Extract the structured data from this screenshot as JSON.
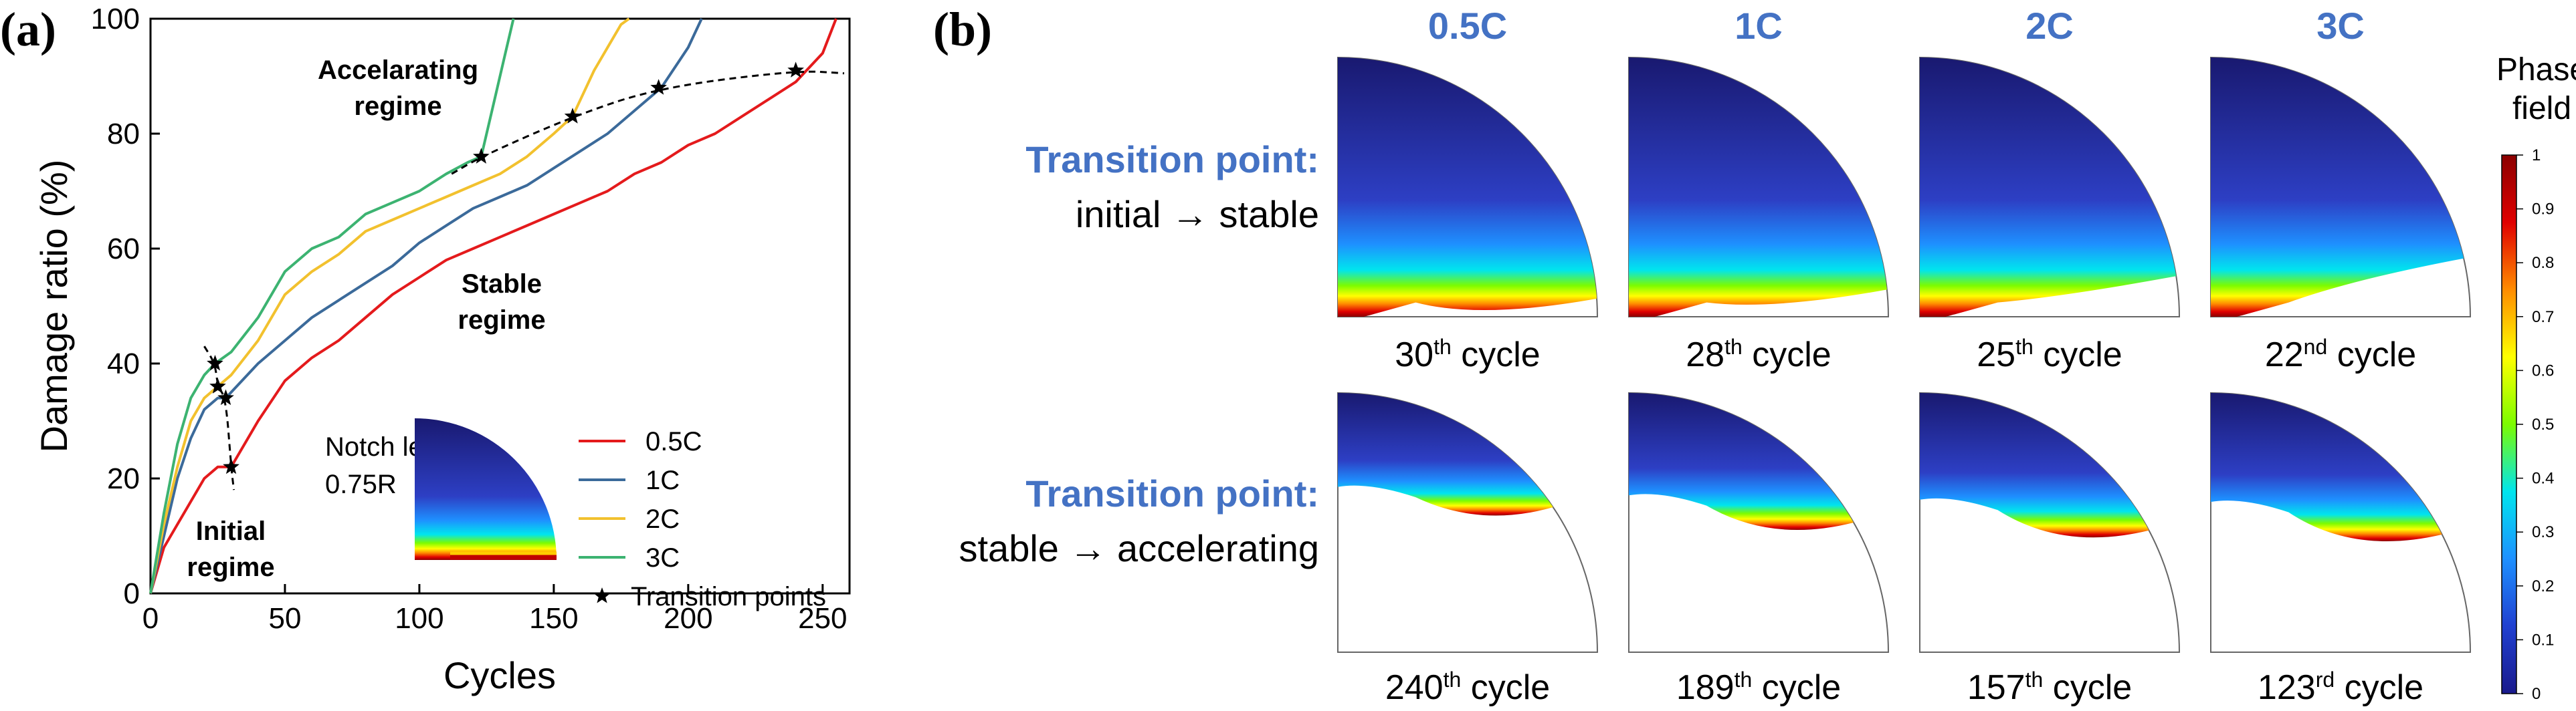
{
  "panel_a": {
    "label": "(a)",
    "chart_data": {
      "type": "line",
      "xlabel": "Cycles",
      "ylabel": "Damage ratio (%)",
      "xlim": [
        0,
        260
      ],
      "ylim": [
        0,
        100
      ],
      "xticks": [
        0,
        50,
        100,
        150,
        200,
        250
      ],
      "yticks": [
        0,
        20,
        40,
        60,
        80,
        100
      ],
      "grid": false,
      "legend_position": "bottom-right",
      "series": [
        {
          "name": "0.5C",
          "color": "#e41a1c",
          "x": [
            0,
            5,
            10,
            15,
            20,
            25,
            30,
            40,
            50,
            60,
            70,
            80,
            90,
            100,
            110,
            120,
            130,
            140,
            150,
            160,
            170,
            180,
            190,
            200,
            210,
            220,
            230,
            240,
            250,
            255
          ],
          "y": [
            0,
            8,
            12,
            16,
            20,
            22,
            22,
            30,
            37,
            41,
            44,
            48,
            52,
            55,
            58,
            60,
            62,
            64,
            66,
            68,
            70,
            73,
            75,
            78,
            80,
            83,
            86,
            89,
            94,
            100
          ]
        },
        {
          "name": "1C",
          "color": "#3b6a9a",
          "x": [
            0,
            5,
            10,
            15,
            20,
            25,
            28,
            40,
            50,
            60,
            70,
            80,
            90,
            100,
            110,
            120,
            130,
            140,
            150,
            160,
            170,
            180,
            190,
            200,
            205
          ],
          "y": [
            0,
            10,
            20,
            27,
            32,
            34,
            34,
            40,
            44,
            48,
            51,
            54,
            57,
            61,
            64,
            67,
            69,
            71,
            74,
            77,
            80,
            84,
            88,
            95,
            100
          ]
        },
        {
          "name": "2C",
          "color": "#f2c12e",
          "x": [
            0,
            5,
            10,
            15,
            20,
            25,
            30,
            40,
            50,
            60,
            70,
            80,
            90,
            100,
            110,
            120,
            130,
            140,
            150,
            157,
            165,
            170,
            175,
            178
          ],
          "y": [
            0,
            12,
            22,
            30,
            34,
            36,
            38,
            44,
            52,
            56,
            59,
            63,
            65,
            67,
            69,
            71,
            73,
            76,
            80,
            83,
            91,
            95,
            99,
            100
          ]
        },
        {
          "name": "3C",
          "color": "#3cb371",
          "x": [
            0,
            5,
            10,
            15,
            20,
            24,
            30,
            40,
            50,
            60,
            70,
            80,
            90,
            100,
            110,
            118,
            123,
            128,
            132,
            135
          ],
          "y": [
            0,
            14,
            26,
            34,
            38,
            40,
            42,
            48,
            56,
            60,
            62,
            66,
            68,
            70,
            73,
            75,
            76,
            86,
            94,
            100
          ]
        }
      ],
      "transition_points": {
        "name": "Transition points",
        "initial_to_stable": [
          [
            24,
            40
          ],
          [
            25,
            36
          ],
          [
            28,
            34
          ],
          [
            30,
            22
          ]
        ],
        "stable_to_accelerating": [
          [
            123,
            76
          ],
          [
            157,
            83
          ],
          [
            189,
            88
          ],
          [
            240,
            91
          ]
        ]
      },
      "annotations": {
        "initial": "Initial\nregime",
        "stable": "Stable\nregime",
        "accelerating": "Accelarating\nregime",
        "notch_label": "Notch length:",
        "notch_value": "0.75R"
      }
    }
  },
  "panel_b": {
    "label": "(b)",
    "rate_headers": [
      "0.5C",
      "1C",
      "2C",
      "3C"
    ],
    "header_color": "#4472c4",
    "row1_title": "Transition point:",
    "row1_subtitle": "initial → stable",
    "row2_title": "Transition point:",
    "row2_subtitle": "stable → accelerating",
    "row1_cycles": [
      {
        "num": "30",
        "sup": "th",
        "word": " cycle"
      },
      {
        "num": "28",
        "sup": "th",
        "word": " cycle"
      },
      {
        "num": "25",
        "sup": "th",
        "word": " cycle"
      },
      {
        "num": "22",
        "sup": "nd",
        "word": " cycle"
      }
    ],
    "row2_cycles": [
      {
        "num": "240",
        "sup": "th",
        "word": " cycle"
      },
      {
        "num": "189",
        "sup": "th",
        "word": " cycle"
      },
      {
        "num": "157",
        "sup": "th",
        "word": " cycle"
      },
      {
        "num": "123",
        "sup": "rd",
        "word": " cycle"
      }
    ],
    "row1_crack_angle_deg": [
      4,
      6,
      9,
      13
    ],
    "row2_crack_angle_deg": [
      34,
      30,
      28,
      27
    ],
    "colorbar": {
      "title_line1": "Phase",
      "title_line2": "field",
      "ticks": [
        "0",
        "0.1",
        "0.2",
        "0.3",
        "0.4",
        "0.5",
        "0.6",
        "0.7",
        "0.8",
        "0.9",
        "1"
      ],
      "stops": [
        "#1a1a8c",
        "#2040d0",
        "#1e90ff",
        "#00e5ee",
        "#7cfc00",
        "#ffff00",
        "#ff8c00",
        "#e00000",
        "#8b0000"
      ]
    }
  }
}
